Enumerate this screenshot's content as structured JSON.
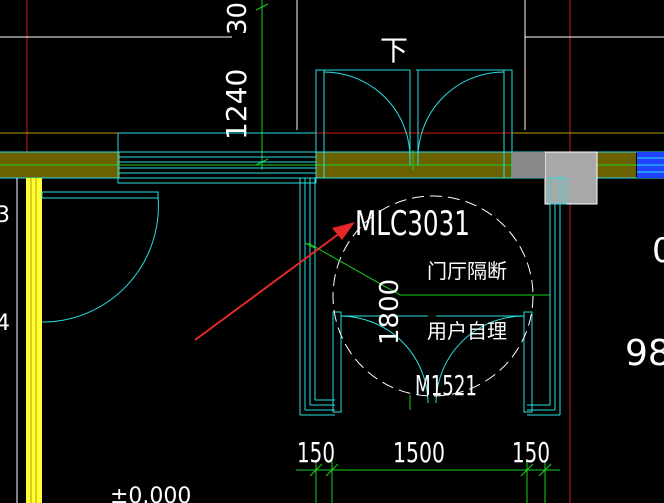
{
  "labels": {
    "top_direction": "下",
    "dim_top_partial": "30",
    "dim_1240": "1240",
    "door_code": "MLC3031",
    "note_line1": "门厅隔断",
    "note_line2": "用户自理",
    "dim_1800": "1800",
    "door_code_small": "M1521",
    "dim_150_left": "150",
    "dim_1500": "1500",
    "dim_150_right": "150",
    "right_partial_top": "0",
    "right_partial_mid": "98",
    "left_partial_1": "3",
    "left_partial_2": "4",
    "bottom_partial": "±0.000"
  },
  "colors": {
    "background": "#000000",
    "wall_fill": "#6b6100",
    "cyan_line": "#27e0e0",
    "green_line": "#1ed11e",
    "yellow_column": "#ffff33",
    "red_axis": "#cc1d1d",
    "white_text": "#ffffff",
    "arrow_red": "#e52727",
    "blue_block": "#1f43ff",
    "gray_block": "#a8a8a8"
  },
  "icons": {
    "annotation_arrow": "red-arrow-icon",
    "door_swing": "door-arc-icon"
  }
}
